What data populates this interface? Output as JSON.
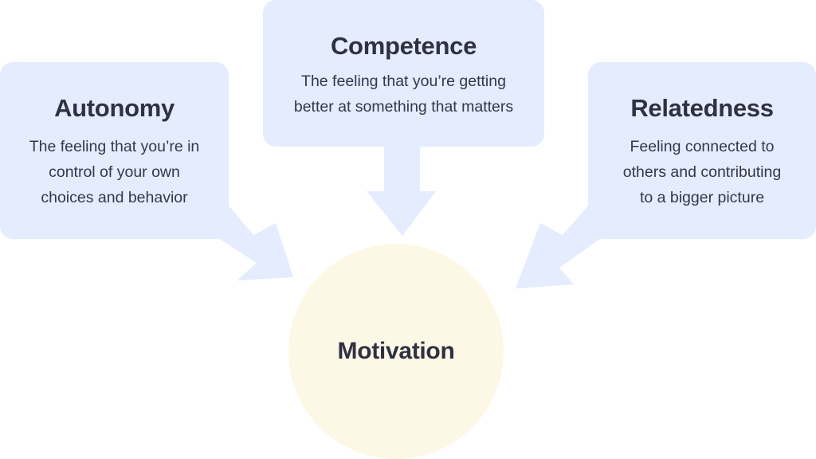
{
  "diagram": {
    "autonomy": {
      "title": "Autonomy",
      "description": "The feeling that you’re in\ncontrol of your own\nchoices and behavior"
    },
    "competence": {
      "title": "Competence",
      "description": "The feeling that you’re getting\nbetter at something that matters"
    },
    "relatedness": {
      "title": "Relatedness",
      "description": "Feeling connected to\nothers and contributing\nto a bigger picture"
    },
    "center": {
      "label": "Motivation"
    }
  },
  "colors": {
    "box_fill": "#e4ecfd",
    "arrow_fill": "#e4ecfd",
    "circle_fill": "#fdf7e6",
    "text": "#2f3142"
  }
}
